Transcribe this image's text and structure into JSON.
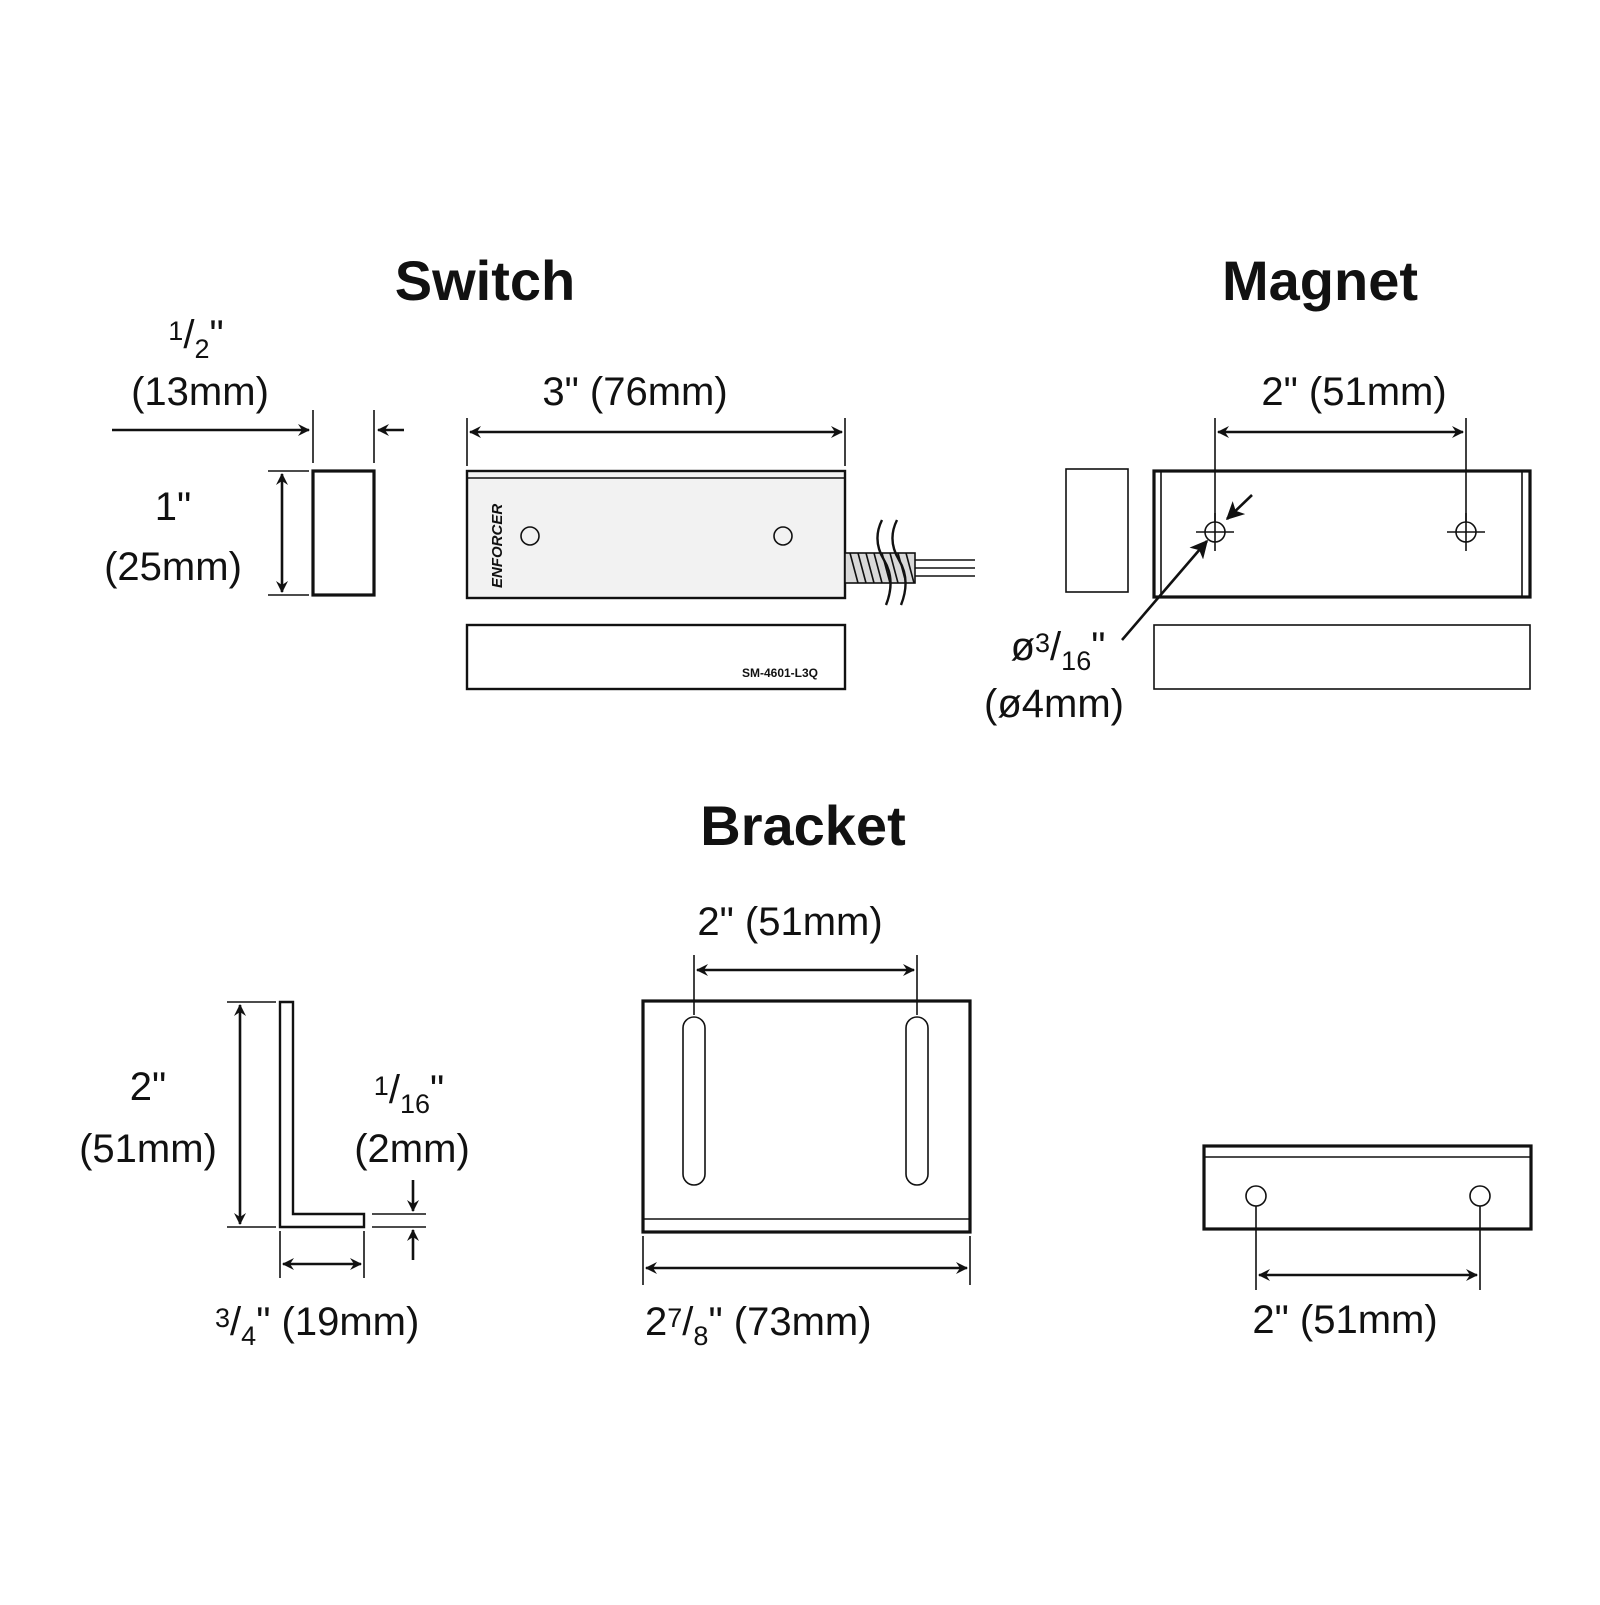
{
  "titles": {
    "switch": "Switch",
    "magnet": "Magnet",
    "bracket": "Bracket"
  },
  "switch": {
    "depth_fraction": {
      "num": "1",
      "den": "2",
      "unit": "\""
    },
    "depth_mm": "(13mm)",
    "height_in": "1\"",
    "height_mm": "(25mm)",
    "length": "3\" (76mm)",
    "logo": "ENFORCER",
    "model": "SM-4601-L3Q"
  },
  "magnet": {
    "hole_spacing": "2\" (51mm)",
    "hole_dia_prefix": "ø",
    "hole_dia_fraction": {
      "num": "3",
      "den": "16",
      "unit": "\""
    },
    "hole_dia_mm": "(ø4mm)"
  },
  "bracket": {
    "height_in": "2\"",
    "height_mm": "(51mm)",
    "thickness_fraction": {
      "num": "1",
      "den": "16",
      "unit": "\""
    },
    "thickness_mm": "(2mm)",
    "leg_fraction": {
      "num": "3",
      "den": "4",
      "unit": "\""
    },
    "leg_mm": "(19mm)",
    "slot_spacing": "2\" (51mm)",
    "width_whole": "2",
    "width_fraction": {
      "num": "7",
      "den": "8",
      "unit": "\""
    },
    "width_mm": "(73mm)",
    "hole_spacing": "2\" (51mm)"
  },
  "colors": {
    "line": "#111111",
    "background": "#ffffff",
    "switch_shade": "#f2f2f2"
  }
}
